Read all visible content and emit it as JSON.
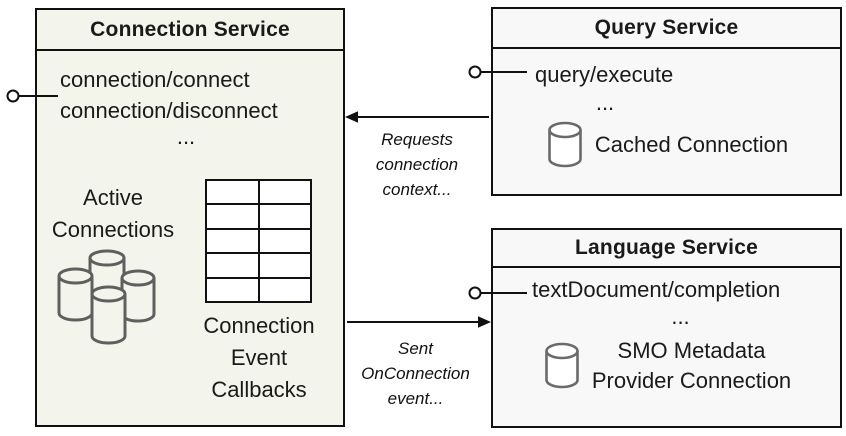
{
  "colors": {
    "connection_box_fill": "#f3f5ec",
    "service_box_fill": "#f8f8f8",
    "border": "#111111",
    "cylinder_stroke": "#5f5f5f",
    "text": "#1a1a1a"
  },
  "connection_service": {
    "title": "Connection Service",
    "methods": [
      "connection/connect",
      "connection/disconnect"
    ],
    "ellipsis": "...",
    "active_connections": [
      "Active",
      "Connections"
    ],
    "callbacks": [
      "Connection",
      "Event",
      "Callbacks"
    ],
    "icons": [
      "database-cluster-icon",
      "callback-table-grid",
      "provided-interface-lollipop-icon"
    ]
  },
  "query_service": {
    "title": "Query Service",
    "method": "query/execute",
    "ellipsis": "...",
    "cached_connection": "Cached Connection",
    "icons": [
      "database-icon",
      "provided-interface-lollipop-icon"
    ]
  },
  "language_service": {
    "title": "Language Service",
    "method": "textDocument/completion",
    "ellipsis": "...",
    "smo": [
      "SMO Metadata",
      "Provider Connection"
    ],
    "icons": [
      "database-icon",
      "provided-interface-lollipop-icon"
    ]
  },
  "annotations": {
    "requests": [
      "Requests",
      "connection",
      "context..."
    ],
    "sent": [
      "Sent",
      "OnConnection",
      "event..."
    ]
  }
}
